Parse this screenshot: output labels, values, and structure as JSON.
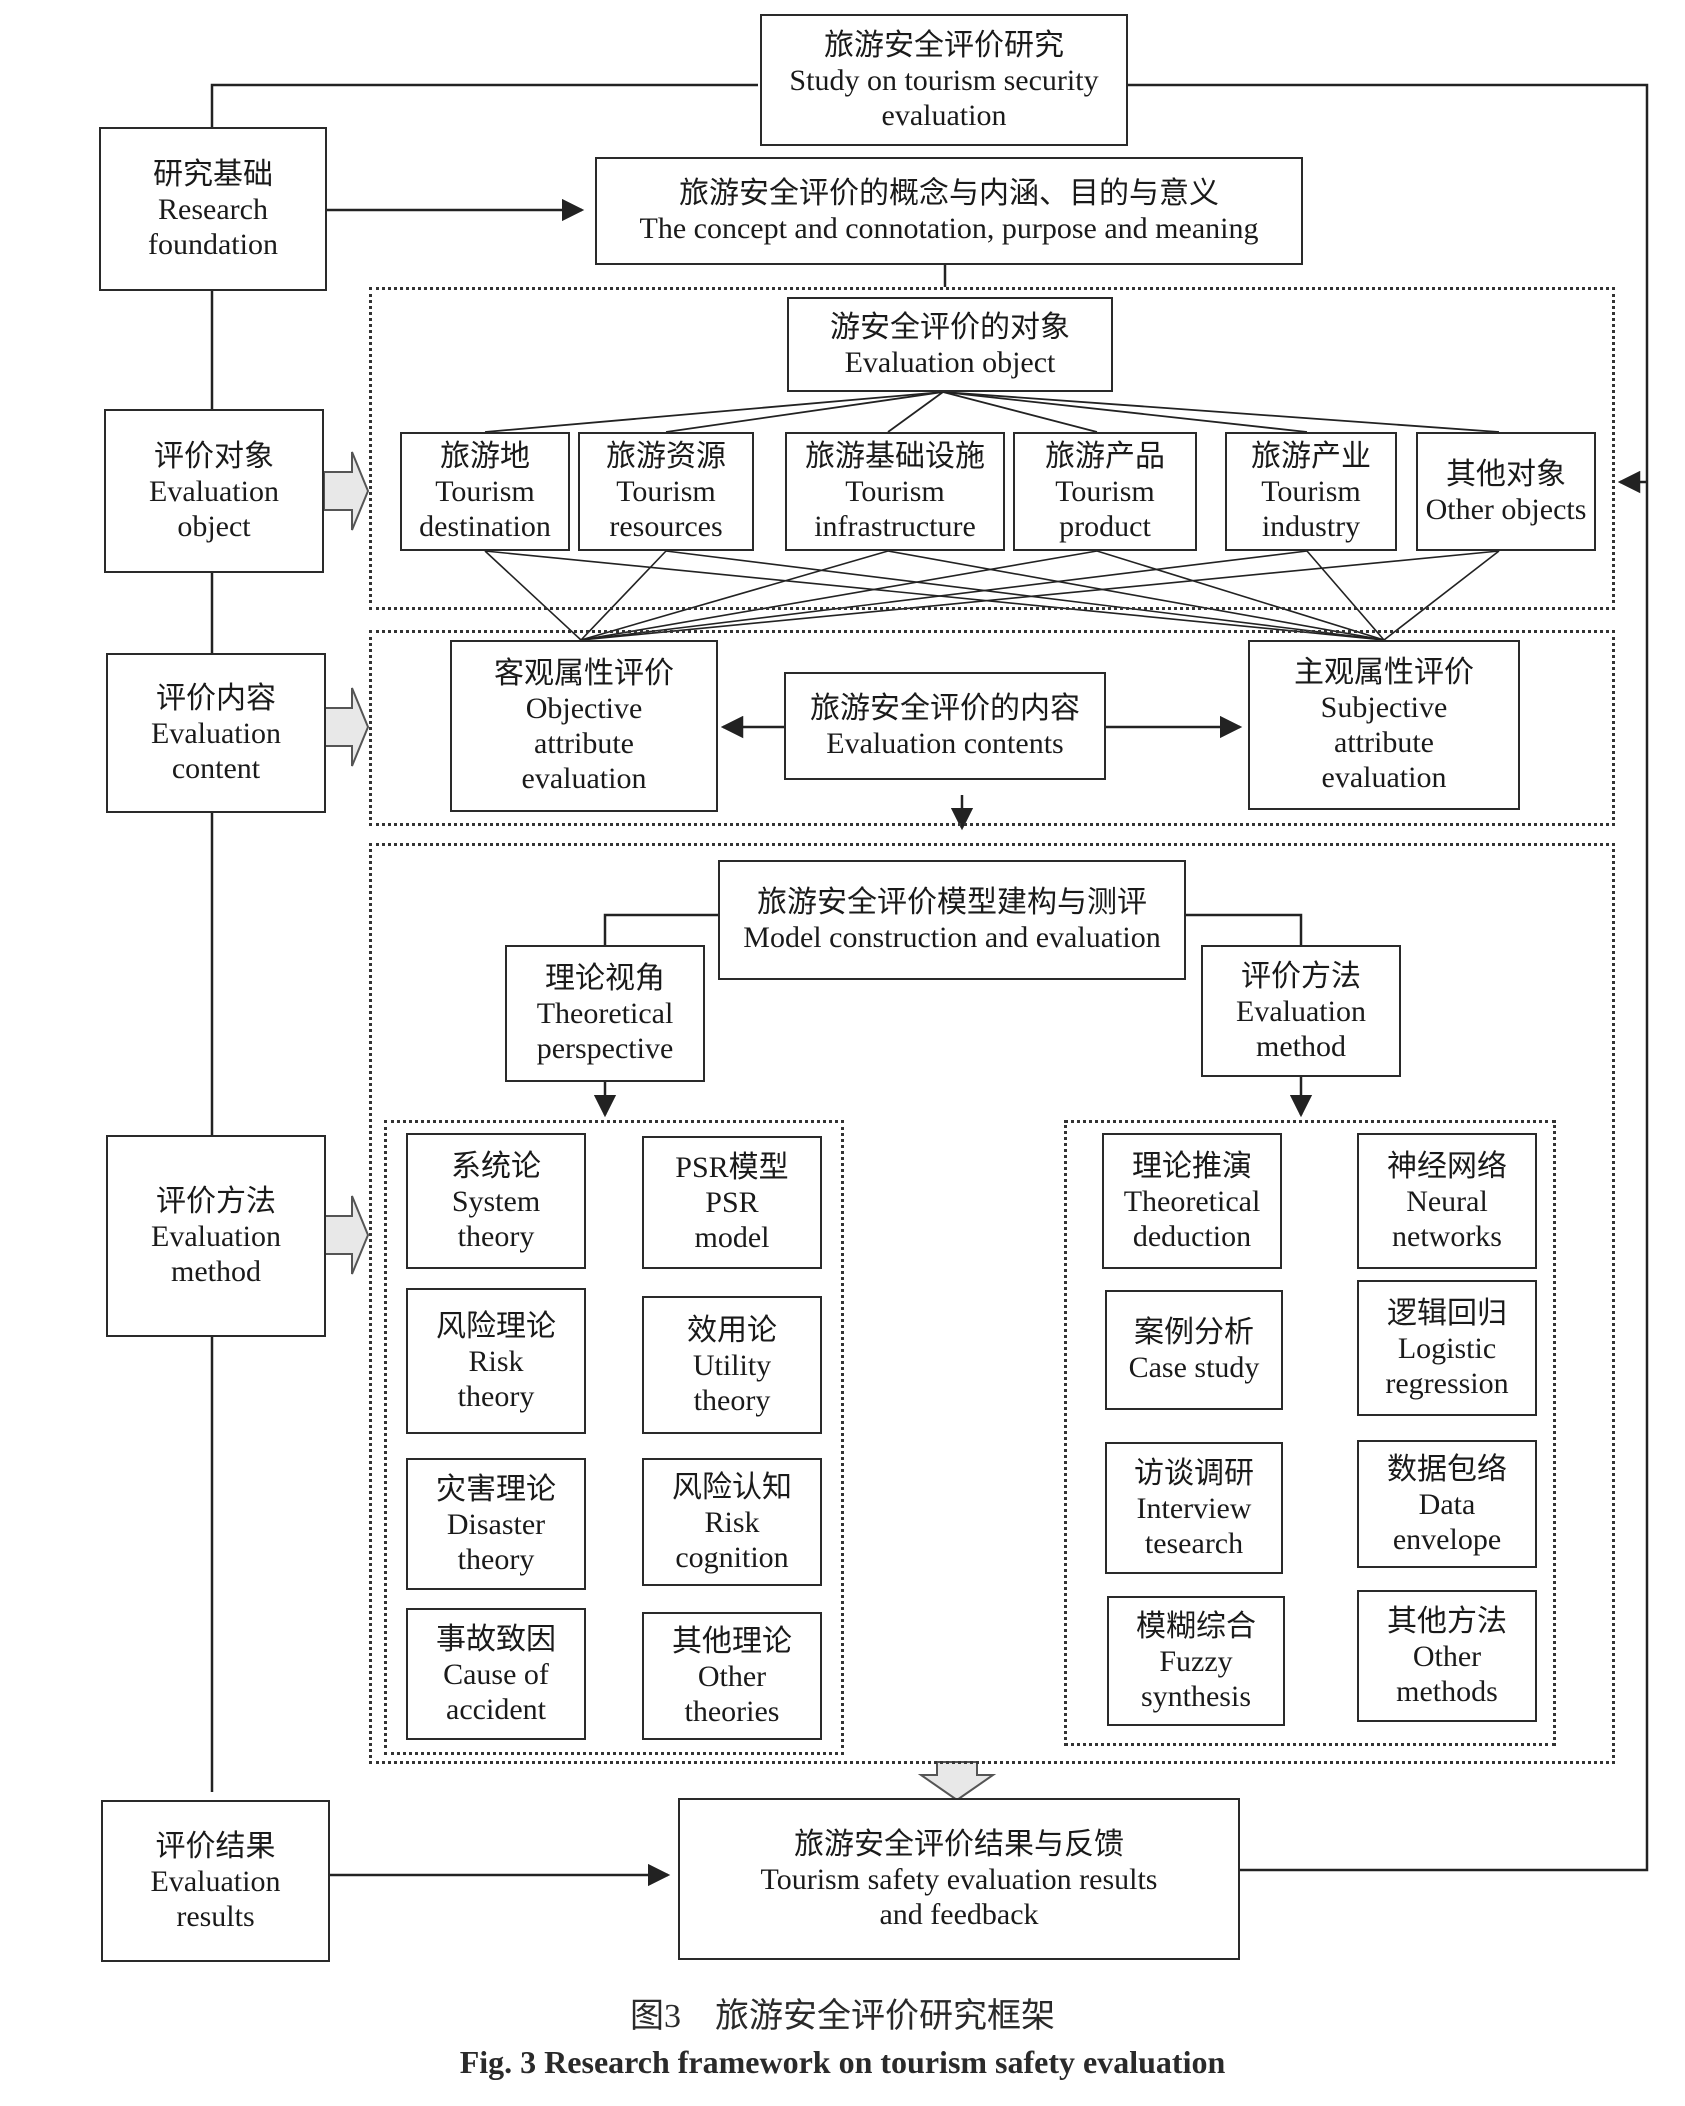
{
  "nodes": {
    "top": {
      "cn": "旅游安全评价研究",
      "en1": "Study on tourism security",
      "en2": "evaluation"
    },
    "concept": {
      "cn": "旅游安全评价的概念与内涵、目的与意义",
      "en1": "The concept and connotation, purpose and meaning"
    },
    "side_foundation": {
      "cn": "研究基础",
      "en1": "Research",
      "en2": "foundation"
    },
    "side_object": {
      "cn": "评价对象",
      "en1": "Evaluation",
      "en2": "object"
    },
    "side_content": {
      "cn": "评价内容",
      "en1": "Evaluation",
      "en2": "content"
    },
    "side_method": {
      "cn": "评价方法",
      "en1": "Evaluation",
      "en2": "method"
    },
    "side_results": {
      "cn": "评价结果",
      "en1": "Evaluation",
      "en2": "results"
    },
    "eval_object": {
      "cn": "游安全评价的对象",
      "en1": "Evaluation object"
    },
    "obj_destination": {
      "cn": "旅游地",
      "en1": "Tourism",
      "en2": "destination"
    },
    "obj_resources": {
      "cn": "旅游资源",
      "en1": "Tourism",
      "en2": "resources"
    },
    "obj_infrastructure": {
      "cn": "旅游基础设施",
      "en1": "Tourism",
      "en2": "infrastructure"
    },
    "obj_product": {
      "cn": "旅游产品",
      "en1": "Tourism",
      "en2": "product"
    },
    "obj_industry": {
      "cn": "旅游产业",
      "en1": "Tourism",
      "en2": "industry"
    },
    "obj_other": {
      "cn": "其他对象",
      "en1": "Other objects"
    },
    "objective_attr": {
      "cn": "客观属性评价",
      "en1": "Objective",
      "en2": "attribute",
      "en3": "evaluation"
    },
    "eval_contents": {
      "cn": "旅游安全评价的内容",
      "en1": "Evaluation contents"
    },
    "subjective_attr": {
      "cn": "主观属性评价",
      "en1": "Subjective",
      "en2": "attribute",
      "en3": "evaluation"
    },
    "model": {
      "cn": "旅游安全评价模型建构与测评",
      "en1": "Model construction and evaluation"
    },
    "theoretical": {
      "cn": "理论视角",
      "en1": "Theoretical",
      "en2": "perspective"
    },
    "eval_method": {
      "cn": "评价方法",
      "en1": "Evaluation",
      "en2": "method"
    },
    "t_system": {
      "cn": "系统论",
      "en1": "System",
      "en2": "theory"
    },
    "t_psr": {
      "cn": "PSR模型",
      "en1": "PSR",
      "en2": "model"
    },
    "t_risk": {
      "cn": "风险理论",
      "en1": "Risk",
      "en2": "theory"
    },
    "t_utility": {
      "cn": "效用论",
      "en1": "Utility",
      "en2": "theory"
    },
    "t_disaster": {
      "cn": "灾害理论",
      "en1": "Disaster",
      "en2": "theory"
    },
    "t_cognition": {
      "cn": "风险认知",
      "en1": "Risk",
      "en2": "cognition"
    },
    "t_accident": {
      "cn": "事故致因",
      "en1": "Cause of",
      "en2": "accident"
    },
    "t_other": {
      "cn": "其他理论",
      "en1": "Other",
      "en2": "theories"
    },
    "m_deduction": {
      "cn": "理论推演",
      "en1": "Theoretical",
      "en2": "deduction"
    },
    "m_neural": {
      "cn": "神经网络",
      "en1": "Neural",
      "en2": "networks"
    },
    "m_case": {
      "cn": "案例分析",
      "en1": "Case study"
    },
    "m_logistic": {
      "cn": "逻辑回归",
      "en1": "Logistic",
      "en2": "regression"
    },
    "m_interview": {
      "cn": "访谈调研",
      "en1": "Interview",
      "en2": "tesearch"
    },
    "m_envelope": {
      "cn": "数据包络",
      "en1": "Data",
      "en2": "envelope"
    },
    "m_fuzzy": {
      "cn": "模糊综合",
      "en1": "Fuzzy",
      "en2": "synthesis"
    },
    "m_other": {
      "cn": "其他方法",
      "en1": "Other",
      "en2": "methods"
    },
    "results": {
      "cn": "旅游安全评价结果与反馈",
      "en1": "Tourism safety evaluation results",
      "en2": "and feedback"
    }
  },
  "caption": {
    "cn": "图3　旅游安全评价研究框架",
    "en": "Fig. 3   Research framework on tourism safety evaluation"
  }
}
